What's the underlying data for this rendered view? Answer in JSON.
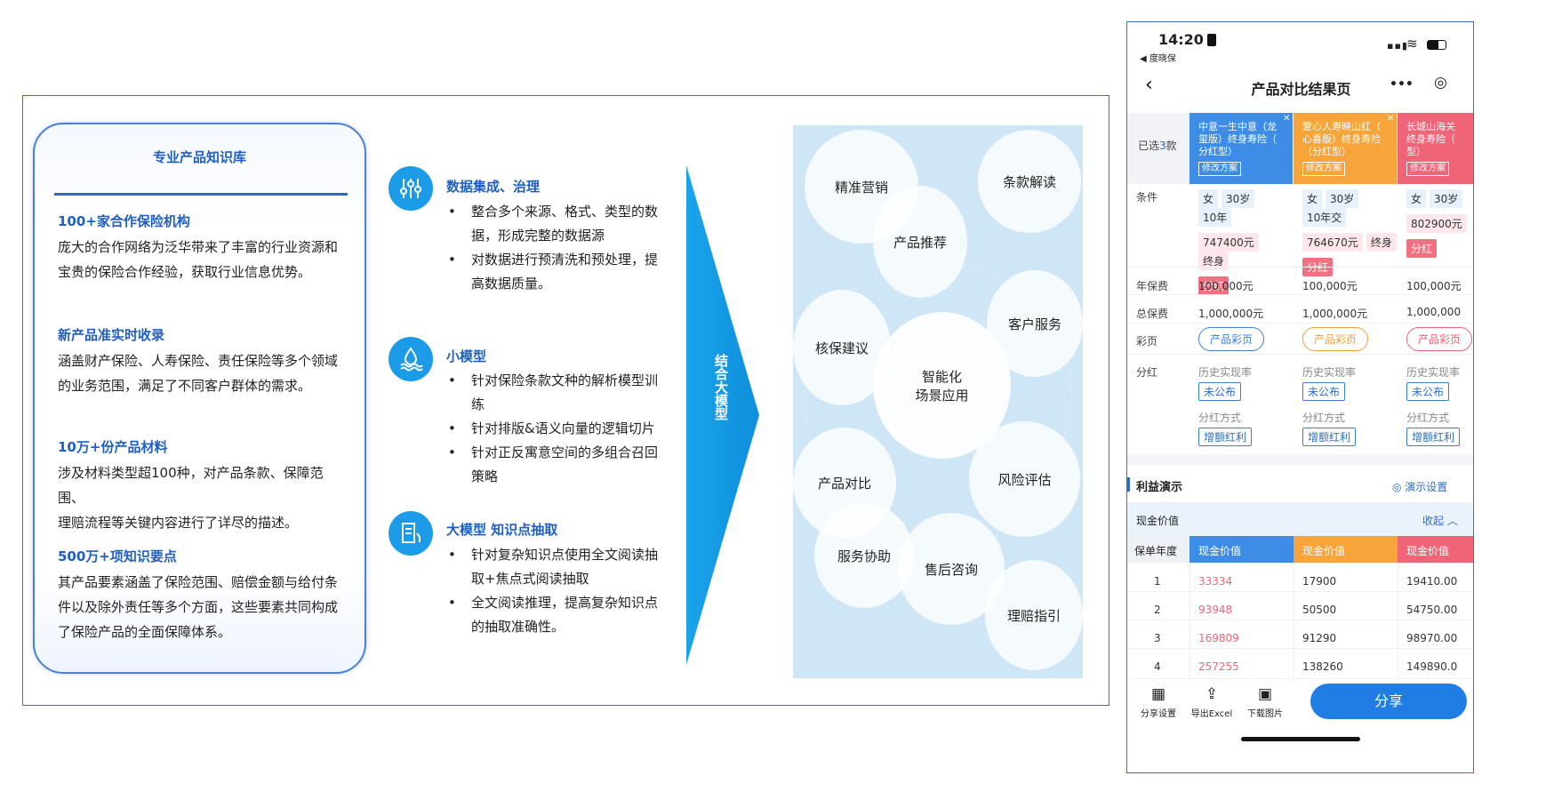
{
  "knowledge_base": {
    "title": "专业产品知识库",
    "sections": [
      {
        "heading": "100+家合作保险机构",
        "lines": [
          "庞大的合作网络为泛华带来了丰富的行业资源和",
          "宝贵的保险合作经验，获取行业信息优势。"
        ]
      },
      {
        "heading": "新产品准实时收录",
        "lines": [
          "涵盖财产保险、人寿保险、责任保险等多个领域",
          "的业务范围，满足了不同客户群体的需求。"
        ]
      },
      {
        "heading": "10万+份产品材料",
        "lines": [
          "涉及材料类型超100种，对产品条款、保障范围、",
          "理赔流程等关键内容进行了详尽的描述。"
        ]
      },
      {
        "heading": "500万+项知识要点",
        "lines": [
          "其产品要素涵盖了保险范围、赔偿金额与给付条",
          "件以及除外责任等多个方面，这些要素共同构成",
          "了保险产品的全面保障体系。"
        ]
      }
    ]
  },
  "capabilities": [
    {
      "icon": "sliders-icon",
      "title": "数据集成、治理",
      "bullets": [
        [
          "整合多个来源、格式、类型的数",
          "据，形成完整的数据源"
        ],
        [
          "对数据进行预清洗和预处理，提",
          "高数据质量。"
        ]
      ]
    },
    {
      "icon": "water-drop-icon",
      "title": "小模型",
      "bullets": [
        [
          "针对保险条款文种的解析模型训",
          "练"
        ],
        [
          "针对排版&语义向量的逻辑切片"
        ],
        [
          "针对正反寓意空间的多组合召回",
          "策略"
        ]
      ]
    },
    {
      "icon": "document-icon",
      "title": "大模型 知识点抽取",
      "bullets": [
        [
          "针对复杂知识点使用全文阅读抽",
          "取+焦点式阅读抽取"
        ],
        [
          "全文阅读推理，提高复杂知识点",
          "的抽取准确性。"
        ]
      ]
    }
  ],
  "arrow_label": "结合大模型",
  "scenarios": {
    "center": [
      "智能化",
      "场景应用"
    ],
    "items": [
      "精准营销",
      "条款解读",
      "产品推荐",
      "核保建议",
      "客户服务",
      "产品对比",
      "风险评估",
      "服务协助",
      "售后咨询",
      "理赔指引"
    ]
  },
  "phone": {
    "status": {
      "time": "14:20",
      "back_app": "◀ 度晓保"
    },
    "nav": {
      "title": "产品对比结果页",
      "more": "•••",
      "record": "◎"
    },
    "selected_label_pre": "已选",
    "selected_count": "3",
    "selected_label_post": "款",
    "products": [
      {
        "name_lines": [
          "中意一生中意（龙",
          "玺版）终身寿险（",
          "分红型）"
        ],
        "edit": "修改方案",
        "color": "#3d8de6",
        "cond_row1": [
          "女",
          "30岁",
          "10年"
        ],
        "amount": "747400元",
        "term": "终身",
        "type": "分红",
        "annual": "100,000元",
        "total": "1,000,000元",
        "brochure": "产品彩页",
        "brochure_color": "#3d7fd8",
        "hist_label": "历史实现率",
        "hist_val": "未公布",
        "div_label": "分红方式",
        "div_val": "增额红利"
      },
      {
        "name_lines": [
          "爱心人寿映山红（",
          "心喜版）终身寿险",
          "（分红型）"
        ],
        "edit": "修改方案",
        "color": "#f7a43b",
        "cond_row1": [
          "女",
          "30岁",
          "10年交"
        ],
        "amount": "764670元",
        "term": "终身",
        "type": "分红",
        "annual": "100,000元",
        "total": "1,000,000元",
        "brochure": "产品彩页",
        "brochure_color": "#f3a03a",
        "hist_label": "历史实现率",
        "hist_val": "未公布",
        "div_label": "分红方式",
        "div_val": "增额红利"
      },
      {
        "name_lines": [
          "长城山海关",
          "终身寿险（",
          "型）"
        ],
        "edit": "修改方案",
        "color": "#f06477",
        "cond_row1": [
          "女",
          "30岁"
        ],
        "amount": "802900元",
        "term": "",
        "type": "分红",
        "annual": "100,000元",
        "total": "1,000,000",
        "brochure": "产品彩页",
        "brochure_color": "#ef6275",
        "hist_label": "历史实现率",
        "hist_val": "未公布",
        "div_label": "分红方式",
        "div_val": "增额红利"
      }
    ],
    "row_labels": {
      "cond": "条件",
      "annual": "年保费",
      "total": "总保费",
      "brochure": "彩页",
      "dividend": "分红"
    },
    "benefit": {
      "title": "利益演示",
      "settings": "◎ 演示设置"
    },
    "cash": {
      "title": "现金价值",
      "collapse": "收起 ︿",
      "year_header": "保单年度",
      "col_header": "现金价值",
      "rows": [
        {
          "year": "1",
          "vals": [
            "33334",
            "17900",
            "19410.00"
          ]
        },
        {
          "year": "2",
          "vals": [
            "93948",
            "50500",
            "54750.00"
          ]
        },
        {
          "year": "3",
          "vals": [
            "169809",
            "91290",
            "98970.00"
          ]
        },
        {
          "year": "4",
          "vals": [
            "257255",
            "138260",
            "149890.0"
          ]
        }
      ]
    },
    "bottom": {
      "share_settings": "分享设置",
      "export": "导出Excel",
      "download": "下载图片",
      "share": "分享"
    }
  }
}
